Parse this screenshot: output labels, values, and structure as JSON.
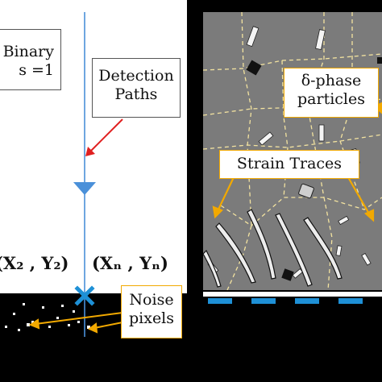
{
  "left_panel": {
    "binary_label_line1": "Binary",
    "binary_label_line2": "s =1",
    "detection_label_line1": "Detection",
    "detection_label_line2": "Paths",
    "coord_2": "(X₂ , Y₂)",
    "coord_n": "(Xₙ , Yₙ)",
    "noise_label_line1": "Noise",
    "noise_label_line2": "pixels"
  },
  "right_panel": {
    "delta_label_line1": "δ-phase",
    "delta_label_line2": "particles",
    "strain_label": "Strain Traces"
  },
  "colors": {
    "path_line": "#4a90d9",
    "arrow_red": "#e02020",
    "arrow_orange": "#f2a900",
    "microstructure_bg": "#7b7b7b",
    "scale_dash": "#1e90d6"
  }
}
